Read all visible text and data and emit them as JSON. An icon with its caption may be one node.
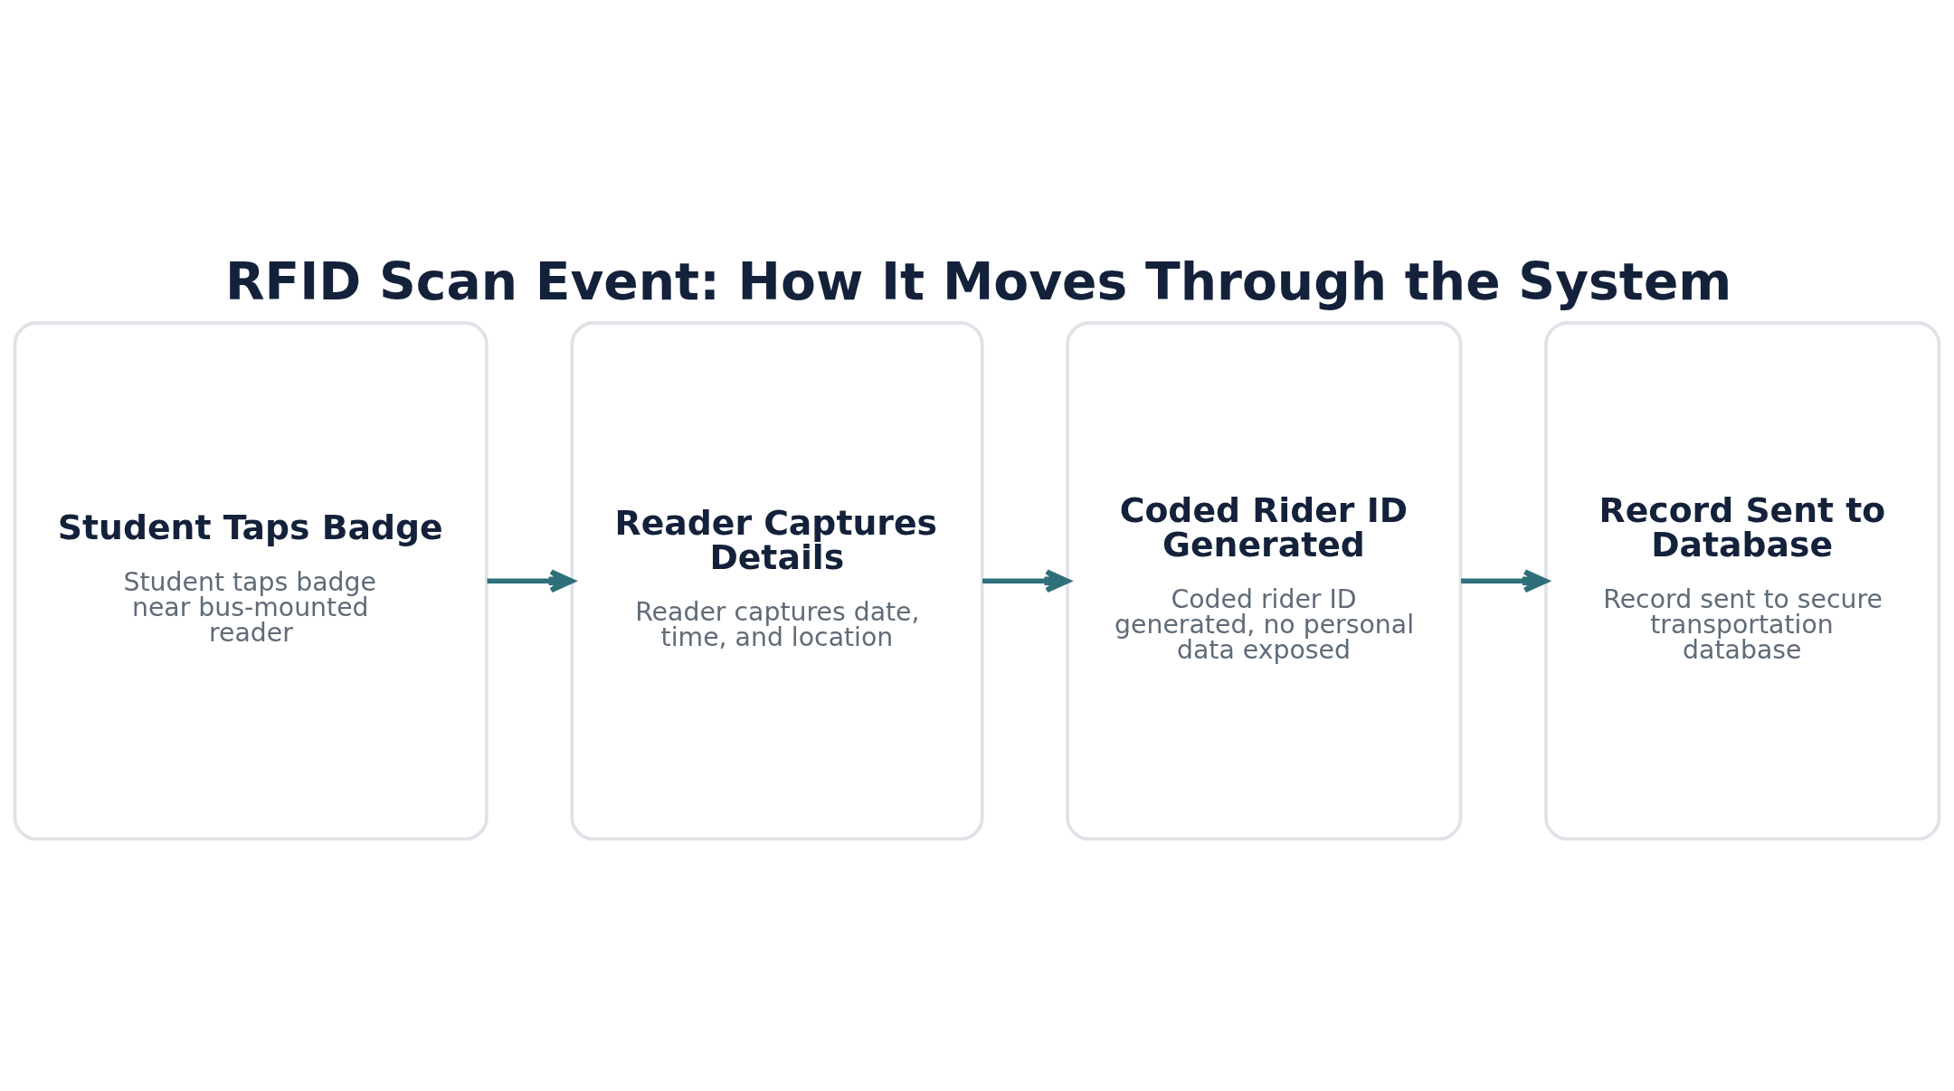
{
  "diagram": {
    "title": "RFID Scan Event: How It Moves Through the System",
    "nodes": [
      {
        "text": [
          "Student Taps Badge",
          "Student taps badge near bus-mounted reader"
        ]
      },
      {
        "text": [
          "Reader Captures Details",
          "Reader captures date, time, and location"
        ]
      },
      {
        "text": [
          "Coded Rider ID Generated",
          "Coded rider ID generated, no personal data exposed"
        ]
      },
      {
        "text": [
          "Record Sent to Database",
          "Record sent to secure transportation database"
        ]
      }
    ],
    "edges": [
      {
        "from": 0,
        "to": 1,
        "arrow": "to"
      },
      {
        "from": 1,
        "to": 2,
        "arrow": "to"
      },
      {
        "from": 2,
        "to": 3,
        "arrow": "to"
      }
    ]
  }
}
